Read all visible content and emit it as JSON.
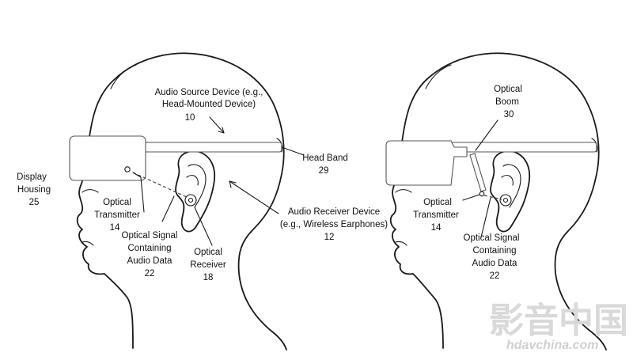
{
  "diagram": {
    "left_panel": {
      "audio_source": {
        "line1": "Audio Source Device (e.g.,",
        "line2": "Head-Mounted Device)",
        "ref": "10"
      },
      "head_band": {
        "line1": "Head Band",
        "ref": "29"
      },
      "display_housing": {
        "line1": "Display",
        "line2": "Housing",
        "ref": "25"
      },
      "optical_transmitter": {
        "line1": "Optical",
        "line2": "Transmitter",
        "ref": "14"
      },
      "audio_receiver": {
        "line1": "Audio Receiver Device",
        "line2": "(e.g., Wireless Earphones)",
        "ref": "12"
      },
      "optical_signal": {
        "line1": "Optical Signal",
        "line2": "Containing",
        "line3": "Audio Data",
        "ref": "22"
      },
      "optical_receiver": {
        "line1": "Optical",
        "line2": "Receiver",
        "ref": "18"
      }
    },
    "right_panel": {
      "optical_boom": {
        "line1": "Optical",
        "line2": "Boom",
        "ref": "30"
      },
      "optical_transmitter": {
        "line1": "Optical",
        "line2": "Transmitter",
        "ref": "14"
      },
      "optical_signal": {
        "line1": "Optical Signal",
        "line2": "Containing",
        "line3": "Audio Data",
        "ref": "22"
      }
    }
  },
  "watermark": {
    "chinese": "影音中国",
    "site": "hdavchina.com"
  }
}
